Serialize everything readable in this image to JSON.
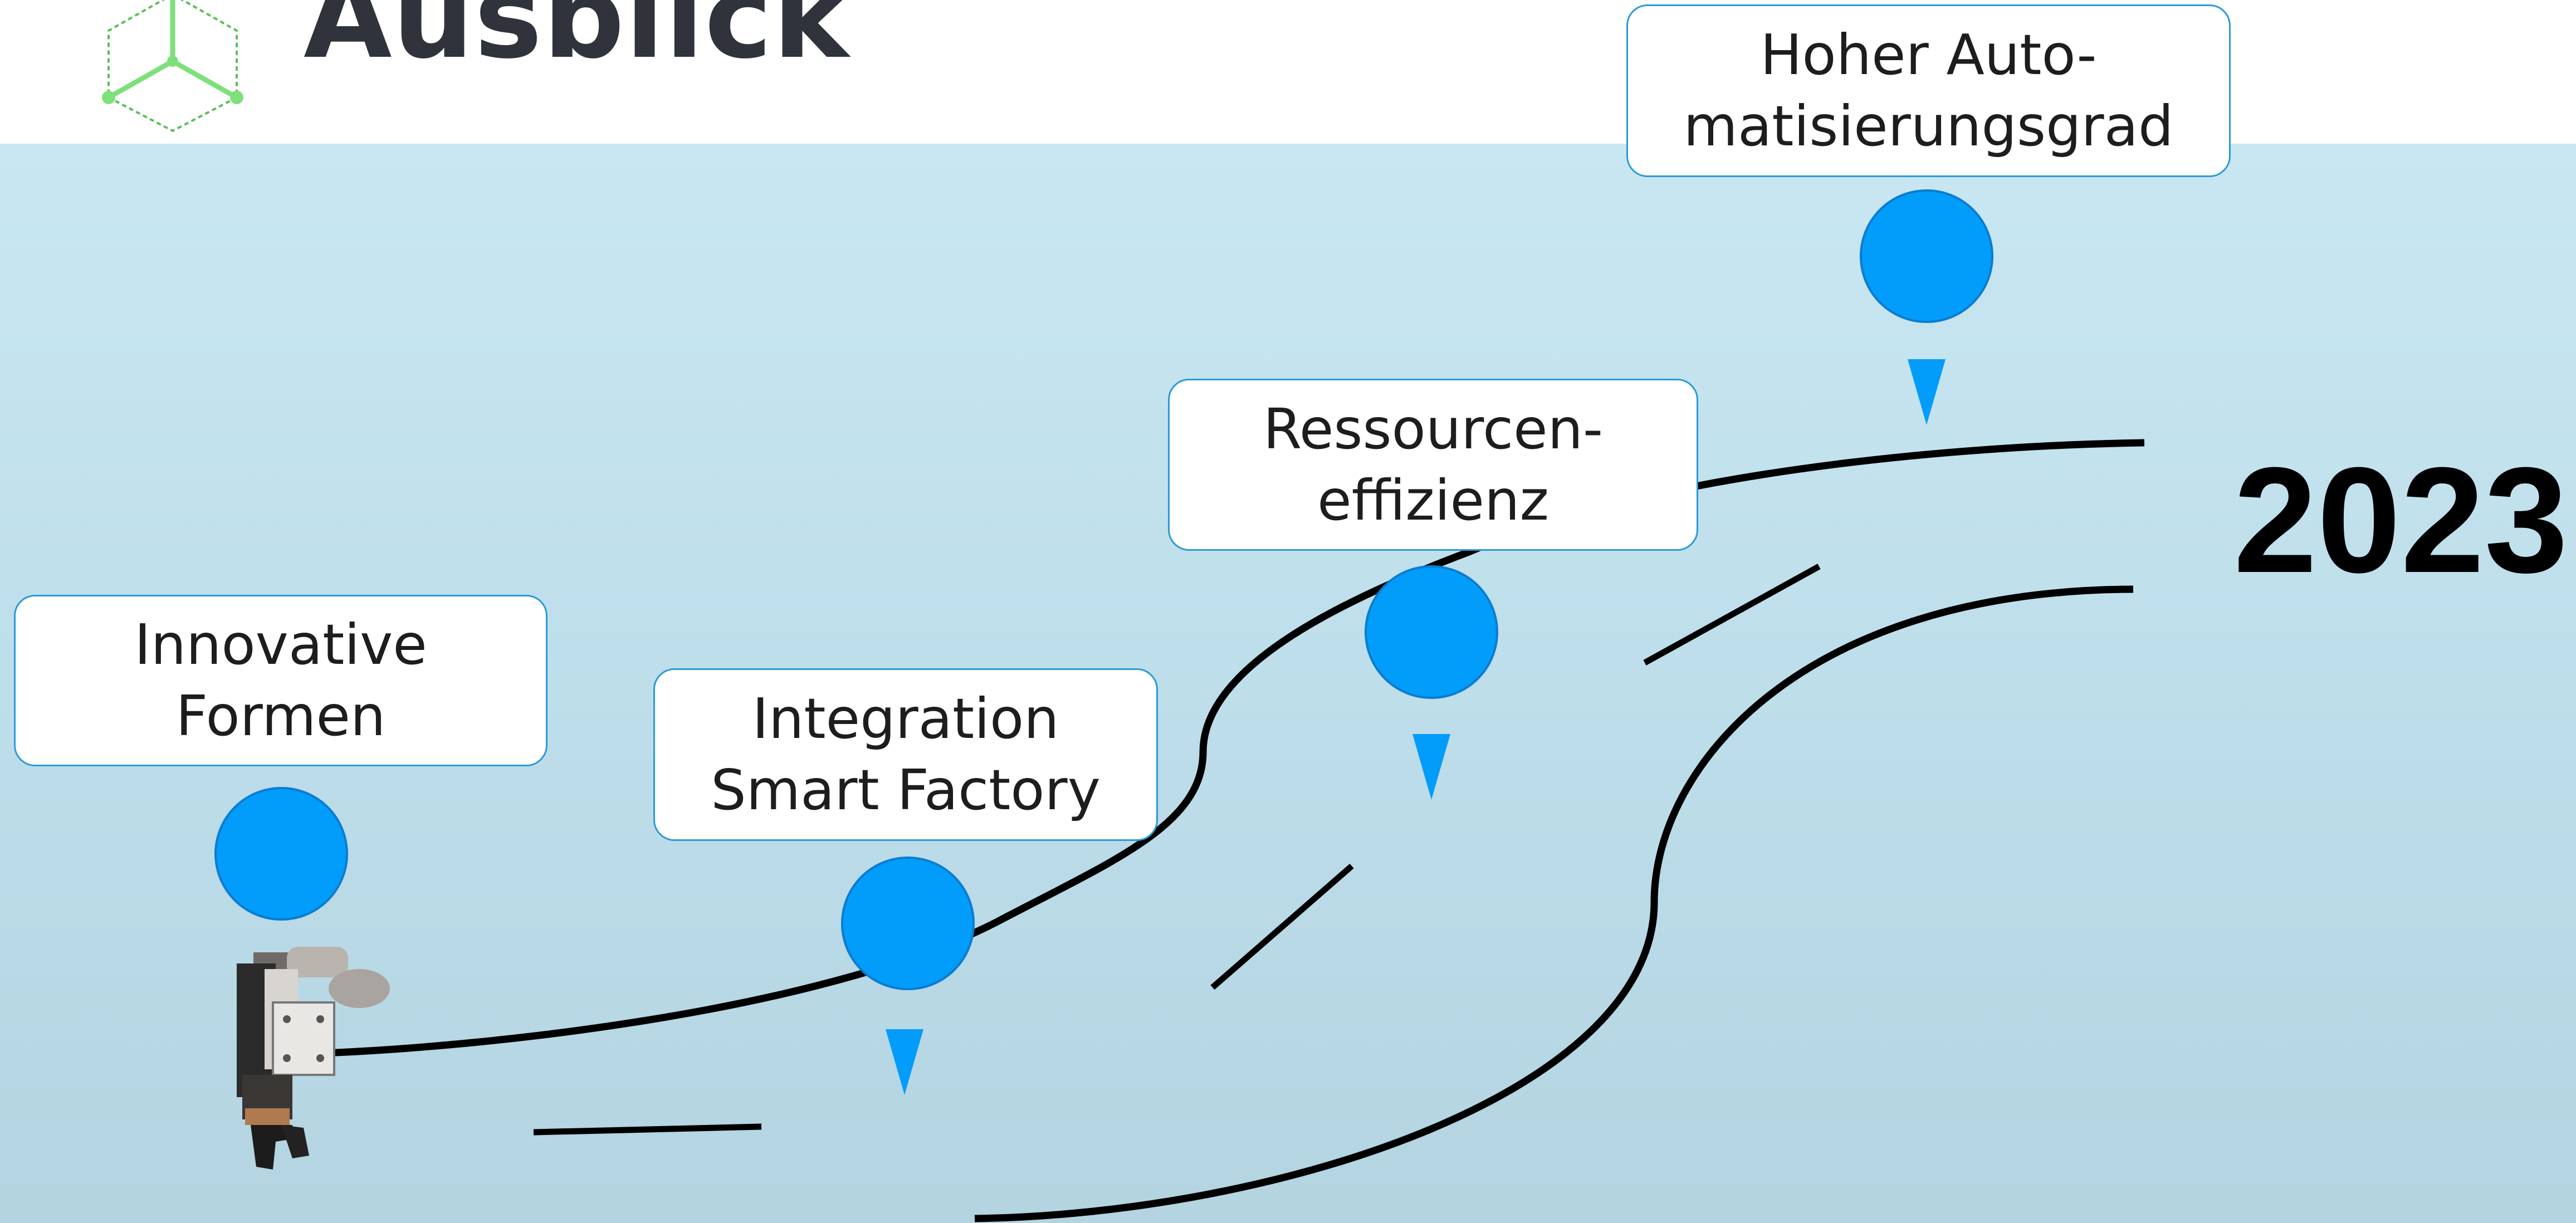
{
  "title": "Ausblick",
  "year": "2023",
  "milestones": [
    {
      "line1": "Innovative",
      "line2": "Formen"
    },
    {
      "line1": "Integration",
      "line2": "Smart Factory"
    },
    {
      "line1": "Ressourcen-",
      "line2": "effizienz"
    },
    {
      "line1": "Hoher Auto-",
      "line2": "matisierungsgrad"
    }
  ],
  "colors": {
    "marker": "#029cfb",
    "box_border": "#2a9bd6",
    "background_top": "#c8e7f2",
    "background_bottom": "#b3d4e0",
    "title_text": "#30333b",
    "logo_green": "#7ee07a"
  },
  "icons": {
    "logo": "cube-logo-icon",
    "robot": "robot-gripper-image"
  }
}
